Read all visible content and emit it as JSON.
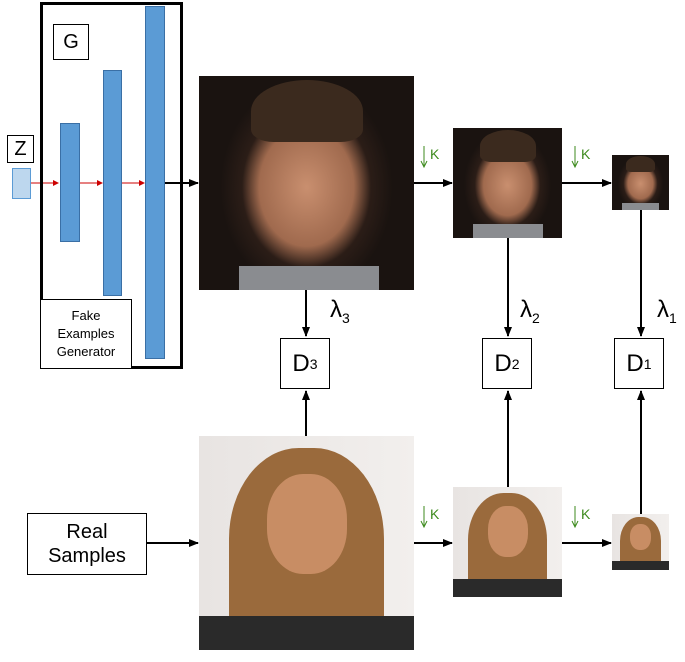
{
  "generator": {
    "label": "G",
    "description_lines": [
      "Fake",
      "Examples",
      "Generator"
    ]
  },
  "z_label": "Z",
  "real_samples": {
    "lines": [
      "Real",
      "Samples"
    ]
  },
  "discriminators": [
    {
      "base": "D",
      "sub": "3"
    },
    {
      "base": "D",
      "sub": "2"
    },
    {
      "base": "D",
      "sub": "1"
    }
  ],
  "weights": [
    {
      "base": "λ",
      "sub": "3"
    },
    {
      "base": "λ",
      "sub": "2"
    },
    {
      "base": "λ",
      "sub": "1"
    }
  ],
  "downsample_label": "K",
  "colors": {
    "bar": "#5b9bd5",
    "input_bar": "#bdd7ee",
    "generator_arrow": "#cc0000",
    "downsample_label": "#3c8a1c"
  }
}
